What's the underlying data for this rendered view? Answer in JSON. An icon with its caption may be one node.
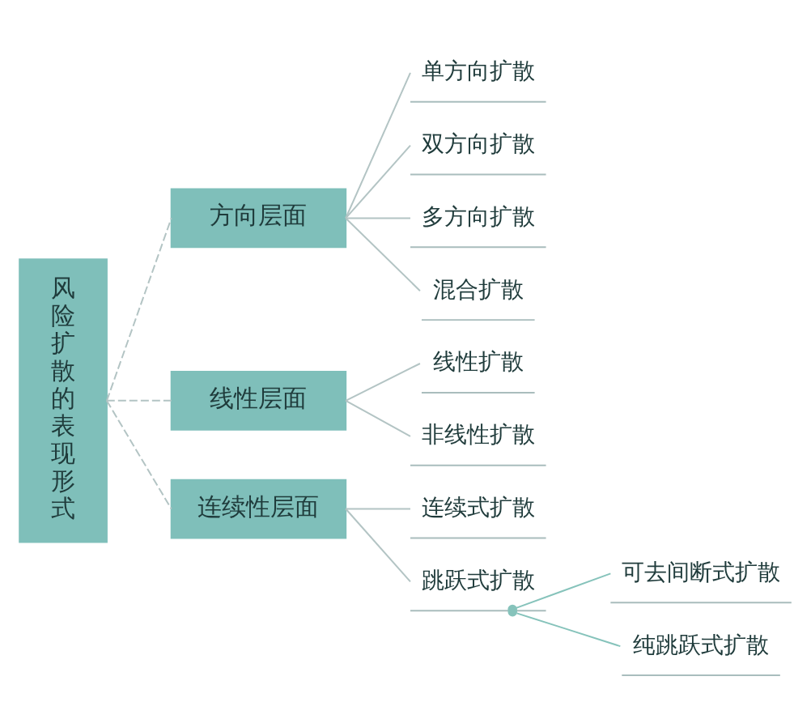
{
  "diagram": {
    "nodes": [
      {
        "text": [
          "风险扩散的表现形式"
        ]
      },
      {
        "text": [
          "方向层面"
        ]
      },
      {
        "text": [
          "单方向扩散"
        ]
      },
      {
        "text": [
          "双方向扩散"
        ]
      },
      {
        "text": [
          "多方向扩散"
        ]
      },
      {
        "text": [
          "混合扩散"
        ]
      },
      {
        "text": [
          "线性层面"
        ]
      },
      {
        "text": [
          "线性扩散"
        ]
      },
      {
        "text": [
          "非线性扩散"
        ]
      },
      {
        "text": [
          "连续性层面"
        ]
      },
      {
        "text": [
          "连续式扩散"
        ]
      },
      {
        "text": [
          "跳跃式扩散"
        ]
      },
      {
        "text": [
          "可去间断式扩散"
        ]
      },
      {
        "text": [
          "纯跳跃式扩散"
        ]
      }
    ],
    "edges": [
      {
        "from": 0,
        "to": 1,
        "arrow": "none",
        "style": "dashed"
      },
      {
        "from": 0,
        "to": 6,
        "arrow": "none",
        "style": "dashed"
      },
      {
        "from": 0,
        "to": 9,
        "arrow": "none",
        "style": "dashed"
      },
      {
        "from": 1,
        "to": 2,
        "arrow": "none"
      },
      {
        "from": 1,
        "to": 3,
        "arrow": "none"
      },
      {
        "from": 1,
        "to": 4,
        "arrow": "none"
      },
      {
        "from": 1,
        "to": 5,
        "arrow": "none"
      },
      {
        "from": 6,
        "to": 7,
        "arrow": "none"
      },
      {
        "from": 6,
        "to": 8,
        "arrow": "none"
      },
      {
        "from": 9,
        "to": 10,
        "arrow": "none"
      },
      {
        "from": 9,
        "to": 11,
        "arrow": "none"
      },
      {
        "from": 11,
        "to": 12,
        "arrow": "other",
        "color": "#86c3bb"
      },
      {
        "from": 11,
        "to": 13,
        "arrow": "other",
        "color": "#86c3bb"
      }
    ]
  }
}
